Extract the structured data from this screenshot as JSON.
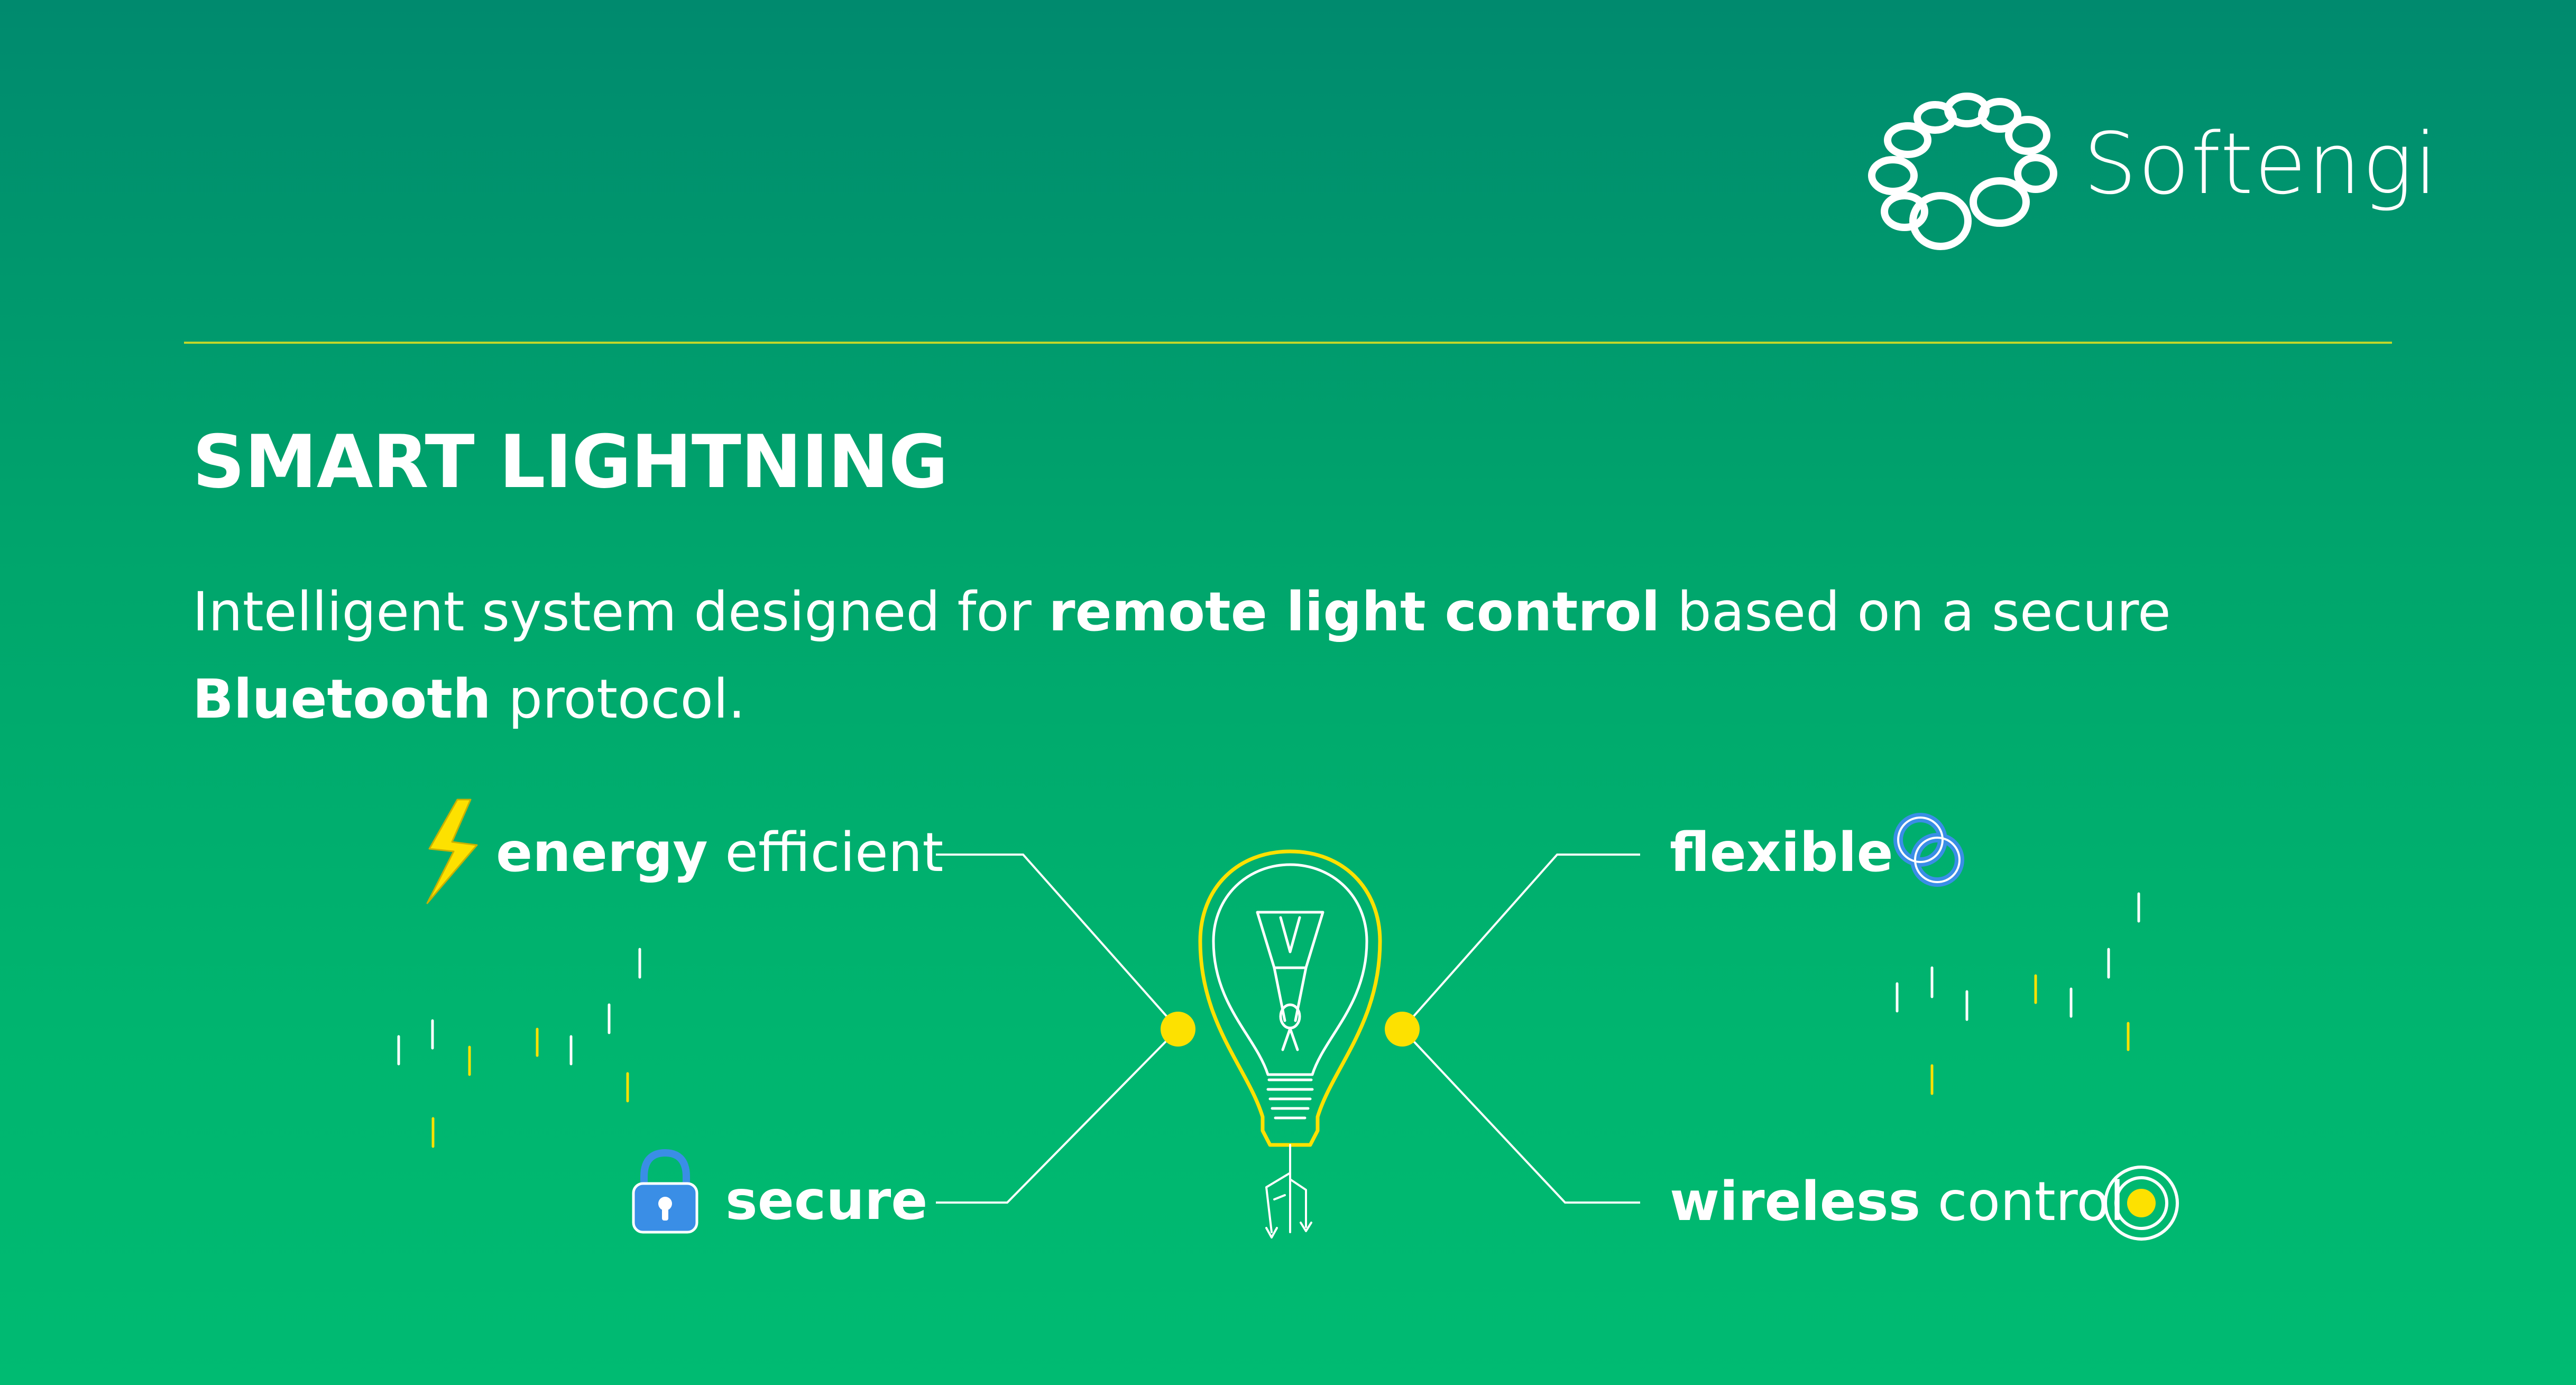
{
  "brand": {
    "name": "Softengi",
    "logo_icon": "ring-of-circles-logo"
  },
  "title": "SMART LIGHTNING",
  "description": {
    "part1": "Intelligent system designed for ",
    "bold1": "remote light control",
    "part2": " based on a secure ",
    "bold2": "Bluetooth",
    "part3": " protocol."
  },
  "features": {
    "energy": {
      "bold": "energy",
      "rest": " efficient",
      "icon": "lightning-bolt-icon"
    },
    "secure": {
      "bold": "secure",
      "rest": "",
      "icon": "padlock-icon"
    },
    "flexible": {
      "bold": "flexible",
      "rest": "",
      "icon": "interlocked-rings-icon"
    },
    "wireless": {
      "bold": "wireless",
      "rest": " control",
      "icon": "signal-target-icon"
    }
  },
  "center_icon": "light-bulb-icon",
  "colors": {
    "background_top": "#008a6e",
    "background_bottom": "#00bb72",
    "accent_yellow": "#fde100",
    "rule_lime": "#c2d62a",
    "icon_blue": "#3a8ee6",
    "text": "#ffffff"
  }
}
